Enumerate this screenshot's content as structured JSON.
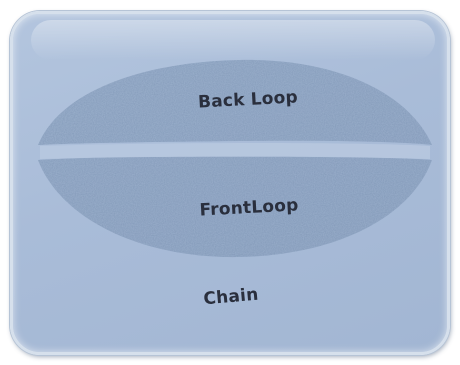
{
  "diagram": {
    "labels": {
      "back_loop": "Back Loop",
      "front_loop": "FrontLoop",
      "chain": "Chain"
    },
    "colors": {
      "card_fill": "#a9bcd8",
      "card_border": "#d6e0ec",
      "loop_texture": "#8fa5c2",
      "text": "#2a2f3d"
    }
  }
}
